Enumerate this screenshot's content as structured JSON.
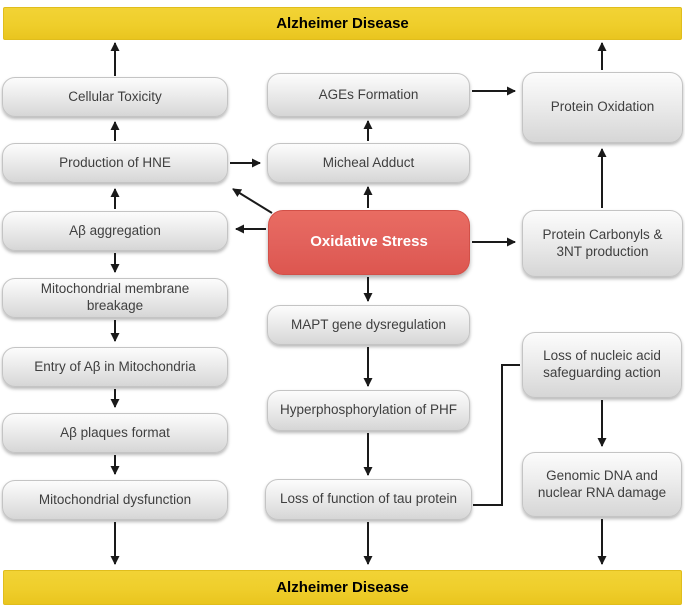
{
  "banners": {
    "top": "Alzheimer Disease",
    "bottom": "Alzheimer Disease"
  },
  "nodes": {
    "cellular_toxicity": {
      "label": "Cellular Toxicity"
    },
    "production_hne": {
      "label": "Production of HNE"
    },
    "ab_aggregation": {
      "label": "Aβ aggregation"
    },
    "mito_membrane_breakage": {
      "label": "Mitochondrial membrane breakage"
    },
    "entry_ab_mitochondria": {
      "label": "Entry of Aβ in Mitochondria"
    },
    "ab_plaques": {
      "label": "Aβ plaques format"
    },
    "mito_dysfunction": {
      "label": "Mitochondrial dysfunction"
    },
    "ages_formation": {
      "label": "AGEs Formation"
    },
    "micheal_adduct": {
      "label": "Micheal Adduct"
    },
    "oxidative_stress": {
      "label": "Oxidative Stress"
    },
    "mapt_dysregulation": {
      "label": "MAPT gene dysregulation"
    },
    "hyperphosphorylation": {
      "label": "Hyperphosphorylation of PHF"
    },
    "tau_loss": {
      "label": "Loss of function of tau protein"
    },
    "protein_oxidation": {
      "label": "Protein Oxidation"
    },
    "protein_carbonyls": {
      "label": "Protein Carbonyls & 3NT production"
    },
    "nucleic_acid_loss": {
      "label": "Loss of nucleic acid safeguarding action"
    },
    "genomic_dna_damage": {
      "label": "Genomic DNA and nuclear RNA damage"
    }
  },
  "edges": [
    {
      "from": "oxidative_stress",
      "to": "production_hne",
      "style": "arrow"
    },
    {
      "from": "oxidative_stress",
      "to": "ab_aggregation",
      "style": "arrow"
    },
    {
      "from": "oxidative_stress",
      "to": "micheal_adduct",
      "style": "arrow"
    },
    {
      "from": "oxidative_stress",
      "to": "protein_carbonyls",
      "style": "arrow"
    },
    {
      "from": "oxidative_stress",
      "to": "mapt_dysregulation",
      "style": "arrow"
    },
    {
      "from": "ab_aggregation",
      "to": "production_hne",
      "style": "arrow"
    },
    {
      "from": "production_hne",
      "to": "cellular_toxicity",
      "style": "arrow"
    },
    {
      "from": "production_hne",
      "to": "micheal_adduct",
      "style": "arrow"
    },
    {
      "from": "cellular_toxicity",
      "to": "alzheimer_disease_top",
      "style": "arrow"
    },
    {
      "from": "micheal_adduct",
      "to": "ages_formation",
      "style": "arrow"
    },
    {
      "from": "ages_formation",
      "to": "protein_oxidation",
      "style": "arrow"
    },
    {
      "from": "protein_carbonyls",
      "to": "protein_oxidation",
      "style": "arrow"
    },
    {
      "from": "protein_oxidation",
      "to": "alzheimer_disease_top",
      "style": "arrow"
    },
    {
      "from": "ab_aggregation",
      "to": "mito_membrane_breakage",
      "style": "arrow"
    },
    {
      "from": "mito_membrane_breakage",
      "to": "entry_ab_mitochondria",
      "style": "arrow"
    },
    {
      "from": "entry_ab_mitochondria",
      "to": "ab_plaques",
      "style": "arrow"
    },
    {
      "from": "ab_plaques",
      "to": "mito_dysfunction",
      "style": "arrow"
    },
    {
      "from": "mito_dysfunction",
      "to": "alzheimer_disease_bottom",
      "style": "arrow"
    },
    {
      "from": "mapt_dysregulation",
      "to": "hyperphosphorylation",
      "style": "arrow"
    },
    {
      "from": "hyperphosphorylation",
      "to": "tau_loss",
      "style": "arrow"
    },
    {
      "from": "tau_loss",
      "to": "alzheimer_disease_bottom",
      "style": "arrow"
    },
    {
      "from": "tau_loss",
      "to": "nucleic_acid_loss",
      "style": "line"
    },
    {
      "from": "nucleic_acid_loss",
      "to": "genomic_dna_damage",
      "style": "arrow"
    },
    {
      "from": "genomic_dna_damage",
      "to": "alzheimer_disease_bottom",
      "style": "arrow"
    }
  ],
  "colors": {
    "banner_bg": "#EFCE2B",
    "banner_text": "#000000",
    "node_bg": "#ECECEC",
    "node_text": "#3F3F3F",
    "stress_bg": "#E2625C",
    "stress_text": "#FFFFFF",
    "arrow": "#1A1A1A"
  }
}
